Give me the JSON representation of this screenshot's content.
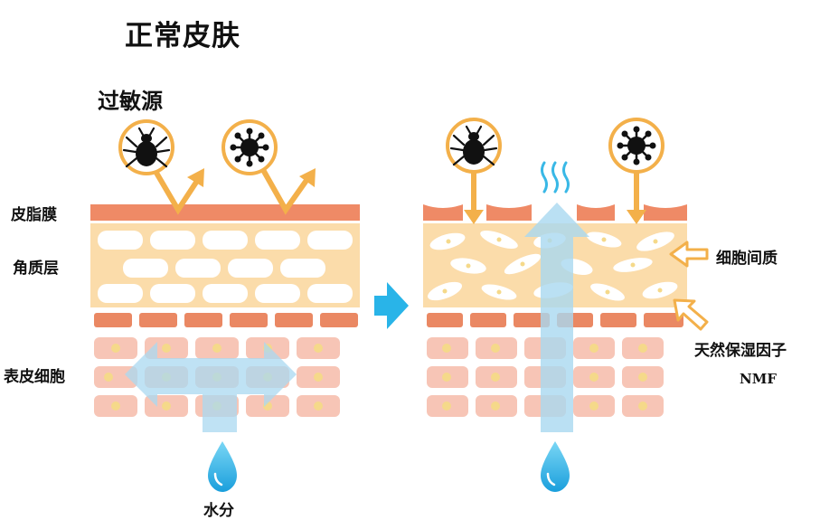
{
  "title": "正常皮肤",
  "allergen_label": "过敏源",
  "layers": {
    "sebum": "皮脂膜",
    "stratum_corneum": "角质层",
    "epidermis": "表皮细胞"
  },
  "water_label": "水分",
  "right_labels": {
    "intercellular": "细胞间质",
    "nmf_cn": "天然保湿因子",
    "nmf_en": "NMF"
  },
  "icons": [
    "dust-mite-icon",
    "virus-icon"
  ],
  "colors": {
    "sebum": "#ef8a66",
    "corneum_bg": "#fbdcaa",
    "corneum_cell": "#ffffff",
    "epi_top_cell": "#ea8863",
    "epi_cell": "#f7c5b6",
    "nucleus": "#f5d98a",
    "arrow_orange": "#f3b04a",
    "water": "#39b8e6",
    "flow": "#a9d8f0"
  }
}
